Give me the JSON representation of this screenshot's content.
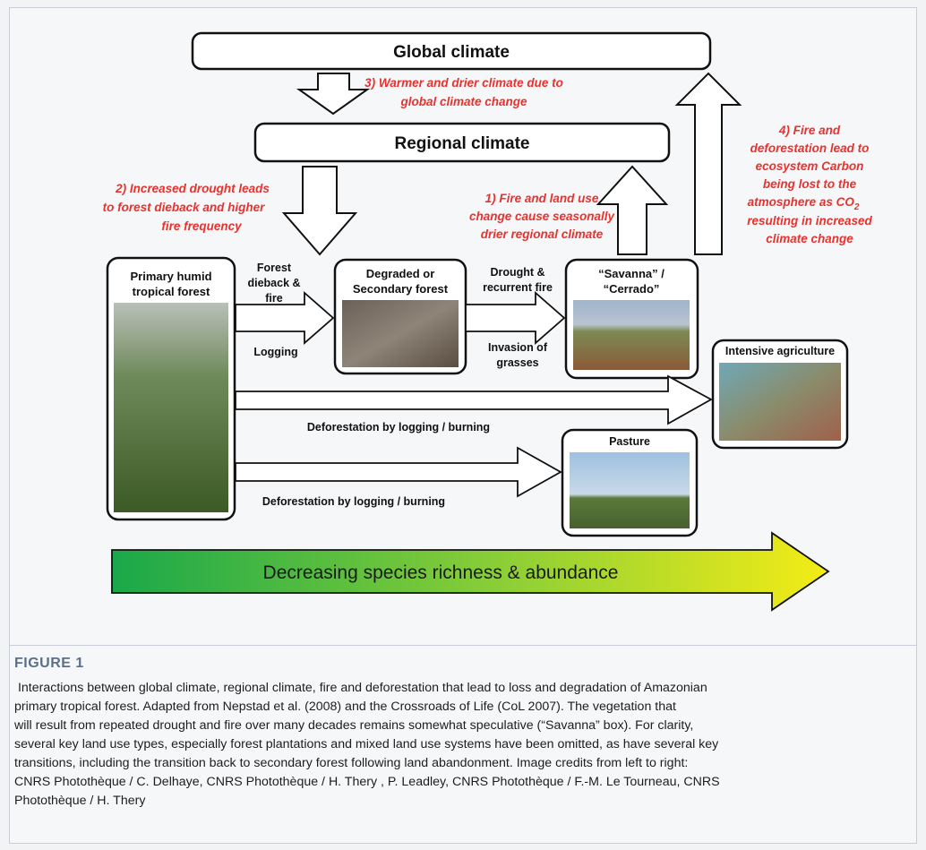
{
  "diagram": {
    "global_climate": "Global climate",
    "regional_climate": "Regional climate",
    "annotations": {
      "a3_line1": "3) Warmer and drier climate due to",
      "a3_line2": "global climate change",
      "a2_line1": "2) Increased drought leads",
      "a2_line2": "to forest dieback and higher",
      "a2_line3": "fire frequency",
      "a1_line1": "1) Fire and land use",
      "a1_line2": "change cause seasonally",
      "a1_line3": "drier regional climate",
      "a4_line1": "4) Fire and",
      "a4_line2": "deforestation lead to",
      "a4_line3": "ecosystem Carbon",
      "a4_line4": "being lost to the",
      "a4_line5": "atmosphere as CO",
      "a4_sub": "2",
      "a4_line6": "resulting in increased",
      "a4_line7": "climate change"
    },
    "boxes": {
      "primary_l1": "Primary humid",
      "primary_l2": "tropical forest",
      "degraded_l1": "Degraded  or",
      "degraded_l2": "Secondary forest",
      "savanna_l1": "“Savanna” /",
      "savanna_l2": "“Cerrado”",
      "intensive": "Intensive agriculture",
      "pasture": "Pasture"
    },
    "labels": {
      "dieback_l1": "Forest",
      "dieback_l2": "dieback &",
      "dieback_l3": "fire",
      "logging": "Logging",
      "drought_l1": "Drought &",
      "drought_l2": "recurrent fire",
      "invasion_l1": "Invasion of",
      "invasion_l2": "grasses",
      "deforest1": "Deforestation by logging / burning",
      "deforest2": "Deforestation by logging / burning"
    },
    "gradient_label": "Decreasing species richness & abundance",
    "colors": {
      "annotation_red": "#e8322e",
      "gradient_start": "#1aa84a",
      "gradient_end": "#f4ec16"
    }
  },
  "caption": {
    "label": "FIGURE 1",
    "text": " Interactions between global climate, regional climate, fire and deforestation that lead to loss and degradation of Amazonian\nprimary tropical forest. Adapted from Nepstad et al. (2008) and the Crossroads of Life (CoL 2007). The vegetation that\nwill result from repeated drought and fire over many decades remains somewhat speculative (“Savanna” box). For clarity,\nseveral key land use types, especially forest plantations and mixed land use systems have been omitted, as have several key\ntransitions, including the transition back to secondary forest following land abandonment. Image credits from left to right:\nCNRS Photothèque / C. Delhaye, CNRS Photothèque / H. Thery , P. Leadley, CNRS Photothèque / F.-M. Le Tourneau, CNRS\nPhotothèque / H. Thery"
  }
}
